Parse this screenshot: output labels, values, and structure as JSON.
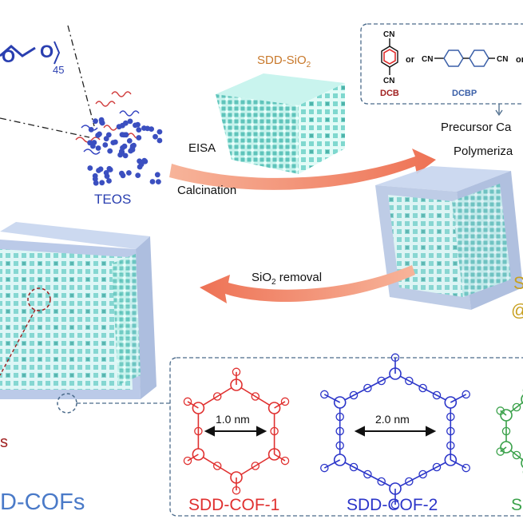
{
  "labels": {
    "peg_subscript": "45",
    "teos": "TEOS",
    "sdd_sio2_prefix": "SDD-SiO",
    "sdd_sio2_sub": "2",
    "eisa": "EISA",
    "calcination": "Calcination",
    "dcb": "DCB",
    "dcbp": "DCBP",
    "or_1": "or",
    "or_2": "or",
    "cn": "CN",
    "precursor": "Precursor Ca",
    "polymerization": "Polymeriza",
    "sio2_removal_prefix": "SiO",
    "sio2_removal_sub": "2",
    "sio2_removal_suffix": " removal",
    "sdd_cofs": "D-COFs",
    "cof1": "SDD-COF-1",
    "cof2": "SDD-COF-2",
    "cof3": "S",
    "pore1": "1.0 nm",
    "pore2": "2.0 nm",
    "right_edge_s": "S",
    "right_edge_at": "@",
    "left_edge_s": "s"
  },
  "colors": {
    "blue_text": "#2a3fb0",
    "orange_text": "#c8782a",
    "red": "#e0302f",
    "blue": "#2b35c9",
    "green": "#3aa14a",
    "cyan_struct": "#8ee3da",
    "cube": "#b8c8e4",
    "arrow": "#f0876a",
    "dashed_box": "#4a6a8a",
    "cofs_blue": "#4a7ac8",
    "dark_red": "#a02020",
    "gold": "#c8a020"
  }
}
